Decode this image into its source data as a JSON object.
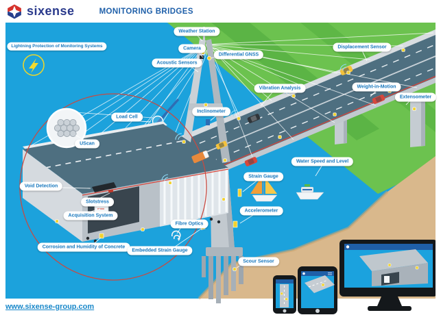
{
  "header": {
    "brand": "sixense",
    "title": "MONITORING BRIDGES"
  },
  "footer": {
    "link": "www.sixense-group.com"
  },
  "icons": {
    "logo": "sixense-star",
    "lightning": "lightning-bolt"
  },
  "devices": [
    "smartphone",
    "tablet",
    "desktop-monitor"
  ],
  "colors": {
    "water": "#1CA2DC",
    "land": "#6CC24F",
    "sand": "#D9B98C",
    "deck": "#4E6F80",
    "accent_red": "#D9453A",
    "sensor_yellow": "#F2D22E",
    "brand_blue": "#2A3A8C",
    "title_blue": "#1E5FA9",
    "label_text": "#1878BE"
  },
  "labels": [
    {
      "id": "lightning-protection",
      "text": "Lightning Protection of Monitoring Systems"
    },
    {
      "id": "weather-station",
      "text": "Weather Station"
    },
    {
      "id": "camera",
      "text": "Camera"
    },
    {
      "id": "differential-gnss",
      "text": "Differential GNSS"
    },
    {
      "id": "acoustic-sensors",
      "text": "Acoustic Sensors"
    },
    {
      "id": "displacement-sensor",
      "text": "Displacement Sensor"
    },
    {
      "id": "vibration-analysis",
      "text": "Vibration Analysis"
    },
    {
      "id": "weight-in-motion",
      "text": "Weight-in-Motion"
    },
    {
      "id": "extensometer",
      "text": "Extensometer"
    },
    {
      "id": "inclinometer",
      "text": "Inclinometer"
    },
    {
      "id": "load-cell",
      "text": "Load Cell"
    },
    {
      "id": "uscan",
      "text": "UScan"
    },
    {
      "id": "water-speed-and-level",
      "text": "Water Speed and Level"
    },
    {
      "id": "void-detection",
      "text": "Void Detection"
    },
    {
      "id": "strain-gauge",
      "text": "Strain Gauge"
    },
    {
      "id": "slotstress",
      "text": "Slotstress"
    },
    {
      "id": "accelerometer",
      "text": "Accelerometer"
    },
    {
      "id": "acquisition-system",
      "text": "Acquisition System"
    },
    {
      "id": "fibre-optics",
      "text": "Fibre Optics"
    },
    {
      "id": "corrosion-and-humidity",
      "text": "Corrosion and Humidity of Concrete"
    },
    {
      "id": "embedded-strain-gauge",
      "text": "Embedded Strain Gauge"
    },
    {
      "id": "scour-sensor",
      "text": "Scour Sensor"
    }
  ]
}
